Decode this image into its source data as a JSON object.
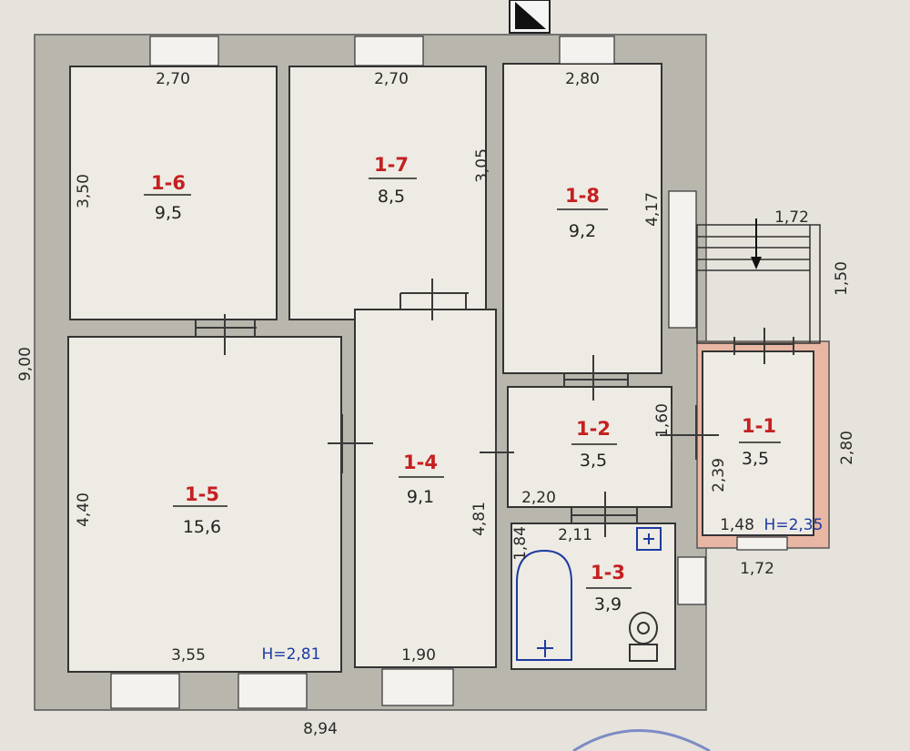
{
  "overall": {
    "width_label": "8,94",
    "height_label": "9,00"
  },
  "rooms": [
    {
      "id": "1-6",
      "area": "9,5"
    },
    {
      "id": "1-7",
      "area": "8,5"
    },
    {
      "id": "1-8",
      "area": "9,2"
    },
    {
      "id": "1-5",
      "area": "15,6"
    },
    {
      "id": "1-4",
      "area": "9,1"
    },
    {
      "id": "1-2",
      "area": "3,5"
    },
    {
      "id": "1-3",
      "area": "3,9"
    },
    {
      "id": "1-1",
      "area": "3,5"
    }
  ],
  "dimensions": {
    "r16_w": "2,70",
    "r16_h": "3,50",
    "r17_w": "2,70",
    "r17_h": "3,05",
    "r18_w": "2,80",
    "r18_h": "4,17",
    "r15_h": "4,40",
    "r15_w": "3,55",
    "r14_h": "4,81",
    "r14_w": "1,90",
    "r12_h": "1,60",
    "r12_w": "2,20",
    "r13_w": "2,11",
    "r13_h": "1,84",
    "r11_h": "2,39",
    "r11_w": "1,48",
    "r11_outer_h": "2,80",
    "r11_outer_w": "1,72",
    "porch_w": "1,72",
    "porch_h": "1,50"
  },
  "ceiling_heights": {
    "main": "H=2,81",
    "annex": "H=2,35"
  },
  "colors": {
    "wall": "#b9b6ae",
    "annex_wall": "#e8b7a3",
    "room_id": "#c42020",
    "ink_blue": "#1c3aa0"
  }
}
